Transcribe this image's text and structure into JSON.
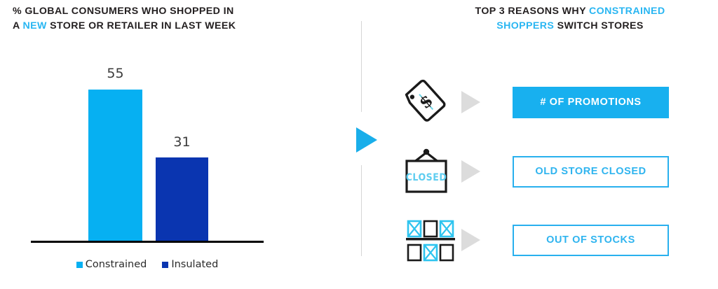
{
  "left": {
    "title_line1_a": "% GLOBAL CONSUMERS WHO SHOPPED IN",
    "title_line2_a": "A ",
    "title_line2_hl": "NEW",
    "title_line2_b": " STORE OR RETAILER IN LAST WEEK"
  },
  "right": {
    "title_a": "TOP 3 REASONS WHY ",
    "title_hl1": "CONSTRAINED",
    "title_hl2": "SHOPPERS",
    "title_b": " SWITCH STORES",
    "reasons": [
      {
        "label": "# OF PROMOTIONS",
        "icon": "price-tag-icon",
        "style": "filled"
      },
      {
        "label": "OLD STORE CLOSED",
        "icon": "closed-sign-icon",
        "style": "outline"
      },
      {
        "label": "OUT OF STOCKS",
        "icon": "empty-shelf-icon",
        "style": "outline"
      }
    ],
    "closed_sign_text": "CLOSED"
  },
  "colors": {
    "cyan": "#06b0f2",
    "dark_blue": "#0a35b0",
    "accent_cyan": "#29b6f2",
    "arrow_gray": "#dcdcdc",
    "divider_gray": "#d6d6d6"
  },
  "chart_data": {
    "type": "bar",
    "title": "% GLOBAL CONSUMERS WHO SHOPPED IN A NEW STORE OR RETAILER IN LAST WEEK",
    "categories": [
      "Constrained",
      "Insulated"
    ],
    "values": [
      55,
      31
    ],
    "value_labels": [
      "55",
      "31"
    ],
    "series": [
      {
        "name": "Constrained",
        "values": [
          55
        ],
        "color": "#06b0f2"
      },
      {
        "name": "Insulated",
        "values": [
          31
        ],
        "color": "#0a35b0"
      }
    ],
    "legend": [
      "Constrained",
      "Insulated"
    ],
    "legend_position": "bottom",
    "xlabel": "",
    "ylabel": "",
    "ylim": [
      0,
      62
    ],
    "grid": false,
    "axis_labels_visible": false
  }
}
